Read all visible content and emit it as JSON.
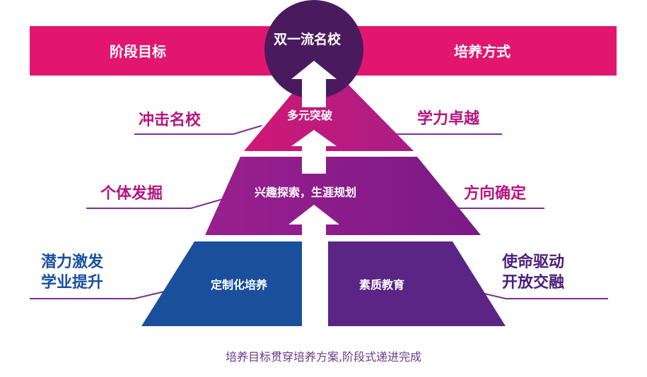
{
  "banner": {
    "left_label": "阶段目标",
    "right_label": "培养方式",
    "color": "#e2166e"
  },
  "peak": {
    "label": "双一流名校",
    "color": "#4a1a5e"
  },
  "tiers": {
    "top": {
      "label": "多元突破",
      "left_label": "冲击名校",
      "right_label": "学力卓越",
      "color": "#c01e7c"
    },
    "middle": {
      "label": "兴趣探索，生涯规划",
      "left_label": "个体发掘",
      "right_label": "方向确定",
      "color": "#8c1a86"
    },
    "bottom_left": {
      "label": "定制化培养",
      "side_label_line1": "潜力激发",
      "side_label_line2": "学业提升",
      "color": "#1a4f9c"
    },
    "bottom_right": {
      "label": "素质教育",
      "side_label_line1": "使命驱动",
      "side_label_line2": "开放交融",
      "color": "#5a2585"
    }
  },
  "caption": "培养目标贯穿培养方案,阶段式递进完成",
  "colors": {
    "magenta_text": "#b5157e",
    "blue_text": "#1a4f9c",
    "purple_text": "#4a1e7a",
    "leader_line": "#7a2f8f"
  }
}
